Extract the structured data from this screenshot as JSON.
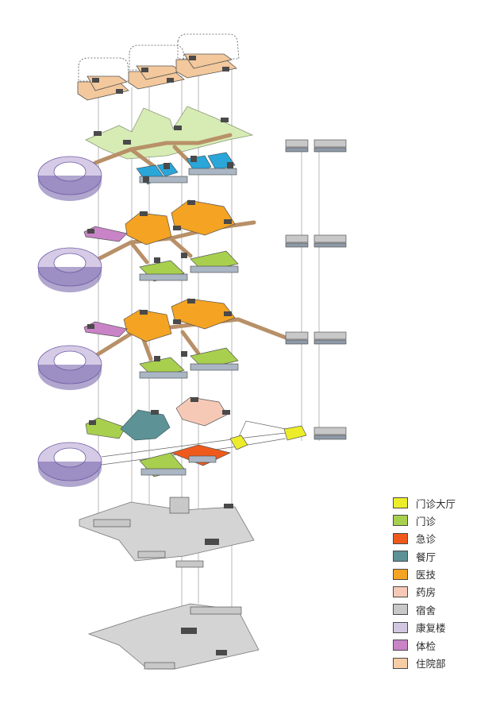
{
  "legend": {
    "items": [
      {
        "label": "门诊大厅",
        "color": "#ecec2a"
      },
      {
        "label": "门诊",
        "color": "#a8d04e"
      },
      {
        "label": "急诊",
        "color": "#ef5a1c"
      },
      {
        "label": "餐厅",
        "color": "#5d9296"
      },
      {
        "label": "医技",
        "color": "#f4a322"
      },
      {
        "label": "药房",
        "color": "#f6c9b6"
      },
      {
        "label": "宿舍",
        "color": "#c8c8c8"
      },
      {
        "label": "康复楼",
        "color": "#d2c7e0"
      },
      {
        "label": "体检",
        "color": "#c884c6"
      },
      {
        "label": "住院部",
        "color": "#f6cda4"
      }
    ]
  },
  "colors": {
    "corridor": "#c89c6c",
    "inpatient_ward": "#f3c89c",
    "inpatient_roof": "#d7ecb4",
    "dark_block": "#4a4a4a",
    "blue_block": "#2aa6d9",
    "ring_fill": "#d6cbe6",
    "ring_edge": "#6f5ca6",
    "basement": "#d4d4d4",
    "line": "#777777"
  }
}
